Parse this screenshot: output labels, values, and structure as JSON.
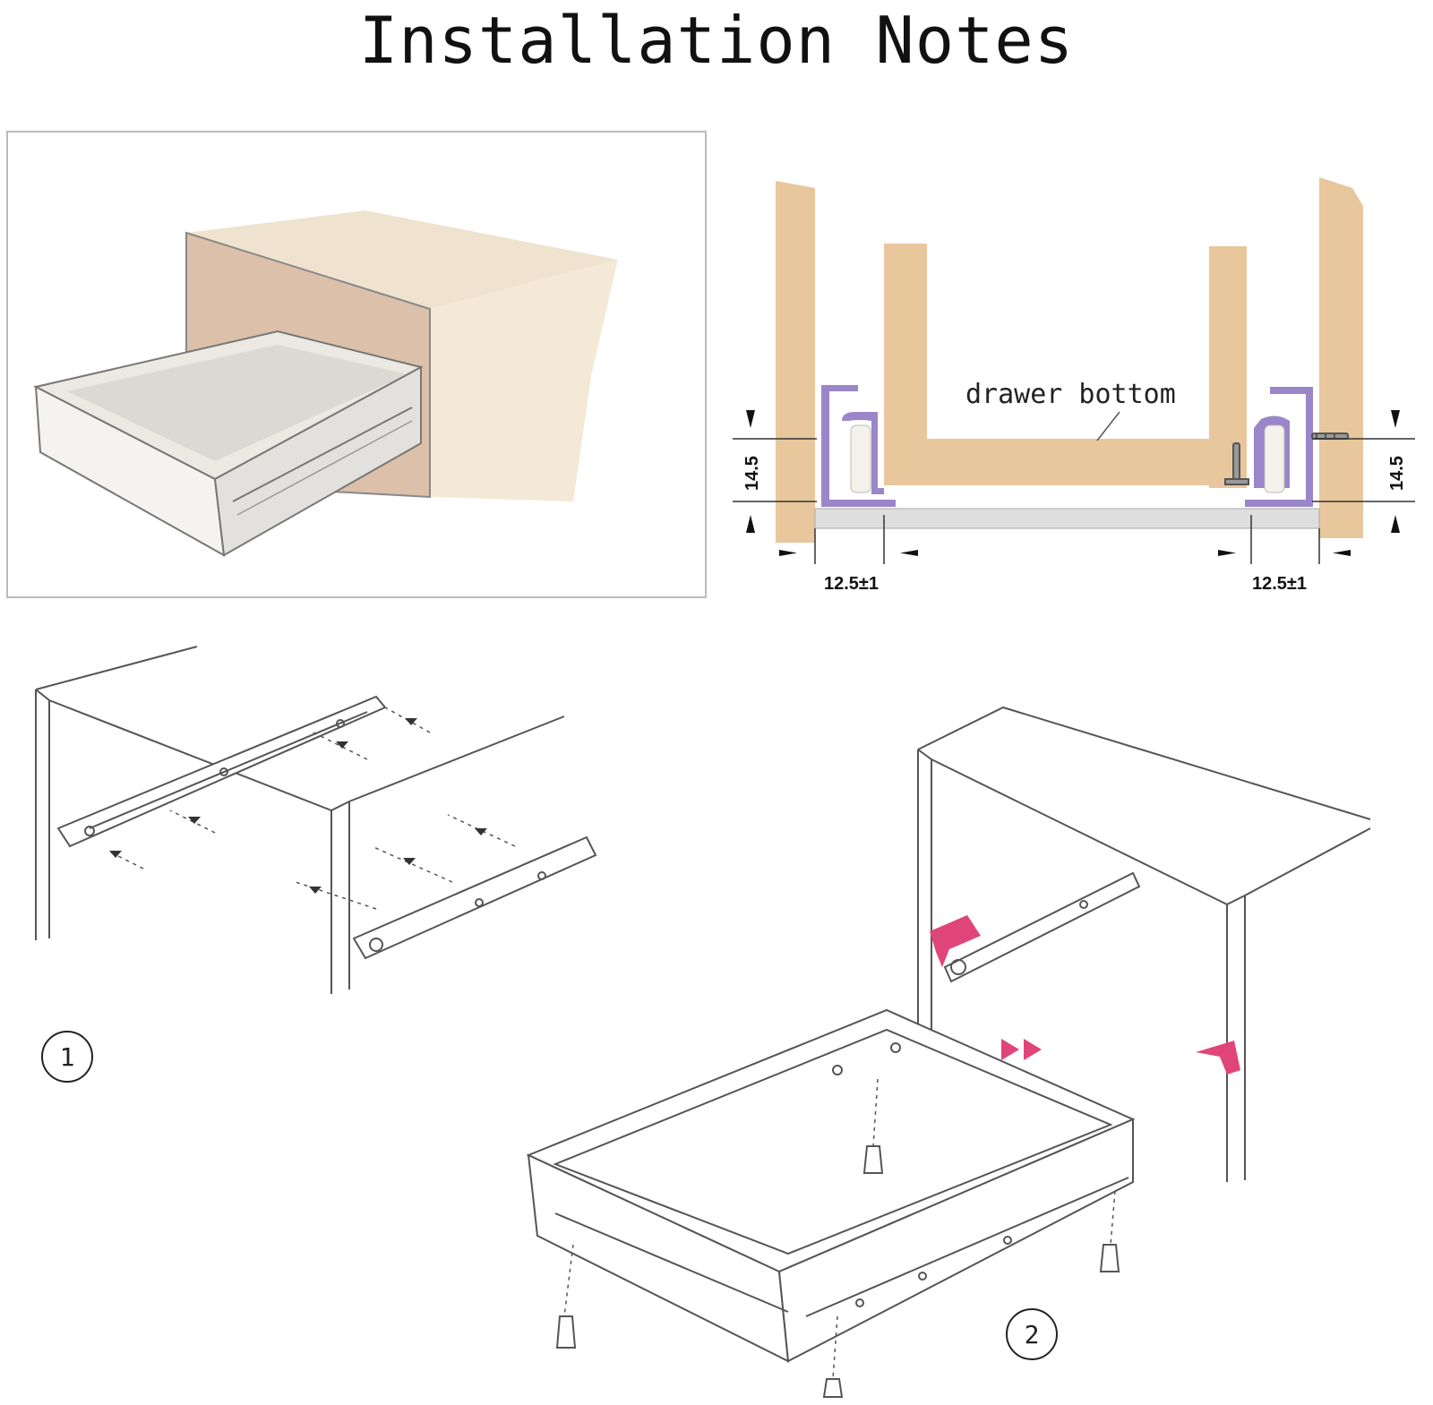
{
  "title": "Installation Notes",
  "cross_section": {
    "label": "drawer bottom",
    "dim_height_left": "14.5",
    "dim_height_right": "14.5",
    "dim_gap_left": "12.5±1",
    "dim_gap_right": "12.5±1"
  },
  "steps": [
    {
      "number": "1"
    },
    {
      "number": "2"
    }
  ],
  "colors": {
    "wood": "#e8c79c",
    "rail": "#9a86c9",
    "arrow": "#e0457a",
    "line": "#555555"
  }
}
